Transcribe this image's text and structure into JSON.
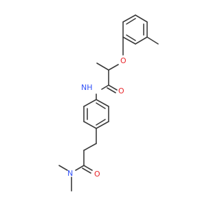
{
  "molecule": {
    "atoms": {
      "ether_oxygen": {
        "symbol": "O",
        "color": "#e8262b"
      },
      "amide_nitrogen": {
        "symbol": "NH",
        "color": "#3050f8"
      },
      "amide_oxygen": {
        "symbol": "O",
        "color": "#e8262b"
      },
      "lower_carbonyl_oxygen": {
        "symbol": "O",
        "color": "#e8262b"
      },
      "dimethyl_nitrogen": {
        "symbol": "N",
        "color": "#3050f8"
      }
    },
    "bond_color": "#3a3a3a"
  }
}
